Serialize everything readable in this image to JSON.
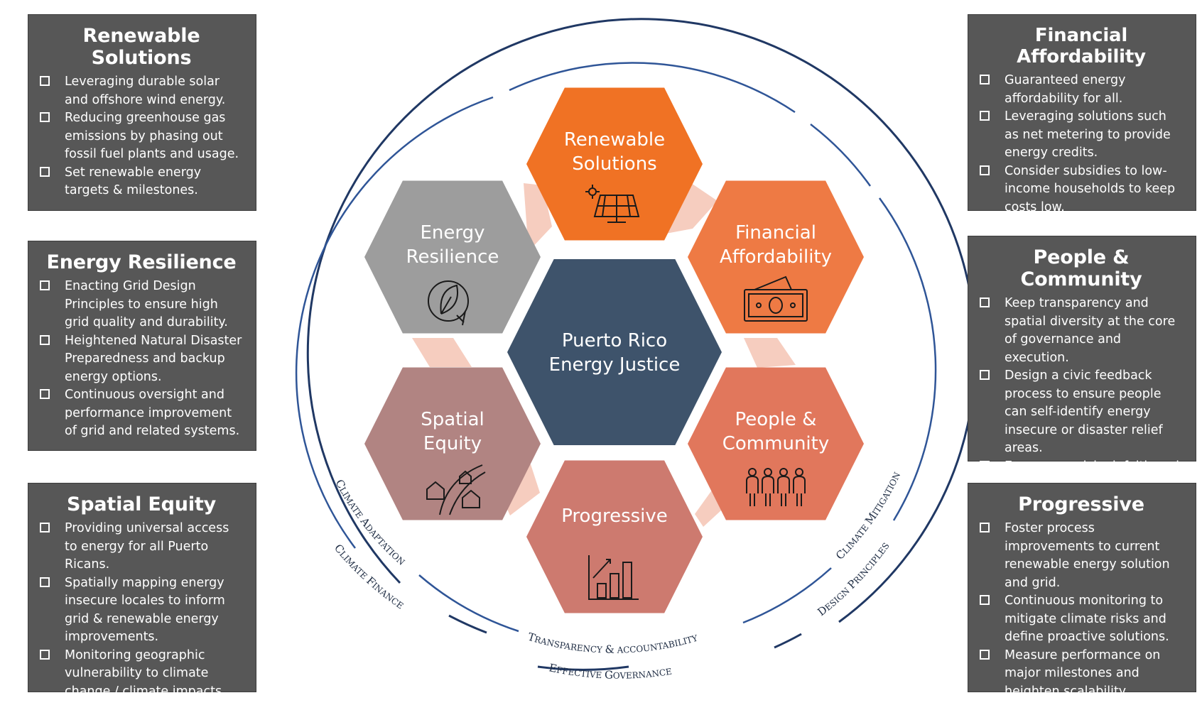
{
  "panels": [
    {
      "title": "Renewable Solutions",
      "bullets": [
        "Leveraging durable solar and offshore wind energy.",
        "Reducing greenhouse gas emissions by phasing out fossil fuel plants and usage.",
        "Set renewable energy targets & milestones."
      ]
    },
    {
      "title": "Energy Resilience",
      "bullets": [
        "Enacting Grid Design Principles to ensure high grid quality and durability.",
        "Heightened Natural Disaster Preparedness and backup energy options.",
        "Continuous oversight and performance improvement of grid and related systems."
      ]
    },
    {
      "title": "Spatial Equity",
      "bullets": [
        "Providing universal access to energy for all Puerto Ricans.",
        "Spatially mapping energy insecure locales to inform grid & renewable energy improvements.",
        "Monitoring geographic vulnerability to climate change / climate impacts."
      ]
    },
    {
      "title": "Financial Affordability",
      "bullets": [
        "Guaranteed energy affordability for all.",
        "Leveraging solutions such as net metering to provide energy credits.",
        "Consider subsidies to low-income households to keep costs low."
      ]
    },
    {
      "title": "People & Community",
      "bullets": [
        "Keep transparency and spatial diversity at the core of governance and execution.",
        "Design a civic feedback process to ensure people can self-identify energy insecure or disaster relief areas.",
        "Engage municipal, faith and local leaders to understand primary energy issues."
      ]
    },
    {
      "title": "Progressive",
      "bullets": [
        "Foster process improvements to current renewable energy solution and grid.",
        "Continuous monitoring to mitigate climate risks and define proactive solutions.",
        "Measure performance on major milestones and heighten scalability."
      ]
    }
  ],
  "center": {
    "line1": "Puerto Rico",
    "line2": "Energy Justice",
    "color": "#3e536b"
  },
  "hexes": [
    {
      "line1": "Renewable",
      "line2": "Solutions",
      "icon": "solar-panel-icon",
      "color": "#f07224"
    },
    {
      "line1": "Financial",
      "line2": "Affordability",
      "icon": "cash-icon",
      "color": "#ee7a44"
    },
    {
      "line1": "People &",
      "line2": "Community",
      "icon": "people-icon",
      "color": "#e1775c"
    },
    {
      "line1": "Progressive",
      "line2": "",
      "icon": "growth-chart-icon",
      "color": "#cd7a6f"
    },
    {
      "line1": "Spatial",
      "line2": "Equity",
      "icon": "houses-icon",
      "color": "#b18482"
    },
    {
      "line1": "Energy",
      "line2": "Resilience",
      "icon": "leaf-plug-icon",
      "color": "#9d9d9d"
    }
  ],
  "ring_labels": {
    "climate_adaptation": "Climate Adaptation",
    "climate_finance": "Climate Finance",
    "climate_mitigation": "Climate Mitigation",
    "design_principles": "Design Principles",
    "transparency": "Transparency & accountability",
    "governance": "Effective Governance"
  }
}
